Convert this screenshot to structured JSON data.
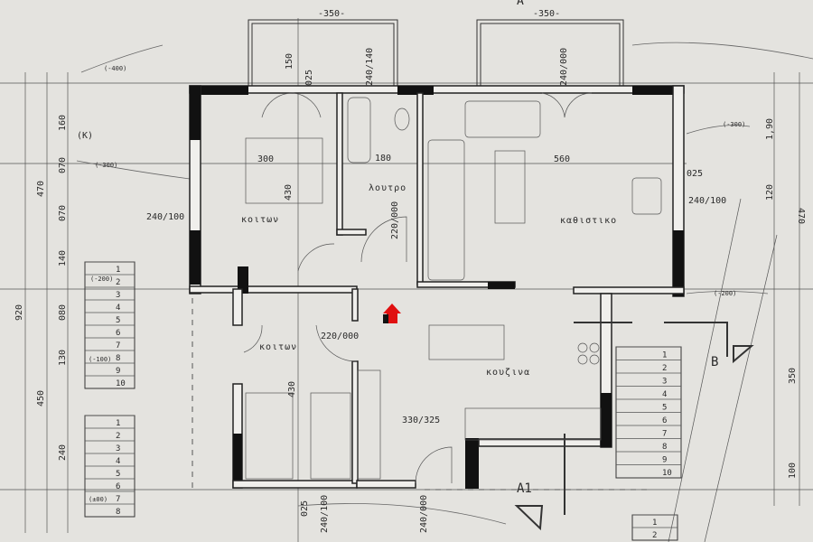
{
  "rooms": {
    "bedroom_top": "κοιτων",
    "bathroom": "λουτρο",
    "living": "καθιστικο",
    "bedroom_bottom": "κοιτων",
    "kitchen": "κουζινα"
  },
  "dimensions": {
    "balcony_left_width": "-350-",
    "balcony_right_width": "-350-",
    "balcony_depth": "150",
    "wall_025_top": "025",
    "window_top_1": "240/140",
    "window_top_2": "240/000",
    "bedroom_width": "300",
    "bedroom_depth": "430",
    "bath_width": "180",
    "living_width": "560",
    "window_left": "240/100",
    "door_bath": "220/000",
    "wall_025_right": "025",
    "window_right": "240/100",
    "door_hall": "220/000",
    "bedroom2_depth": "430",
    "level_mark": "330/325",
    "wall_025_bottom": "025",
    "window_bottom_1": "240/100",
    "window_bottom_2": "240/000",
    "left_chain": [
      "160",
      "070",
      "070",
      "140",
      "080",
      "130",
      "240"
    ],
    "left_total_1": "470",
    "left_total_2": "450",
    "left_overall": "920",
    "right_chain": [
      "1,90",
      "120",
      "350",
      "100"
    ],
    "right_total": "470"
  },
  "levels": [
    "(-400)",
    "(-300)",
    "(-300)",
    "(-200)",
    "(-200)",
    "(±00)",
    "(-100)",
    "(K)"
  ],
  "section_marks": {
    "a": "A",
    "a1": "A1",
    "b": "B"
  },
  "stairs": {
    "left_upper": [
      "1",
      "2",
      "3",
      "4",
      "5",
      "6",
      "7",
      "8",
      "9",
      "10"
    ],
    "left_lower": [
      "1",
      "2",
      "3",
      "4",
      "5",
      "6",
      "7",
      "8"
    ],
    "right": [
      "1",
      "2",
      "3",
      "4",
      "5",
      "6",
      "7",
      "8",
      "9",
      "10"
    ],
    "right_bottom": [
      "1",
      "2"
    ]
  },
  "marker": {
    "name": "location-marker",
    "color": "#e01010"
  }
}
